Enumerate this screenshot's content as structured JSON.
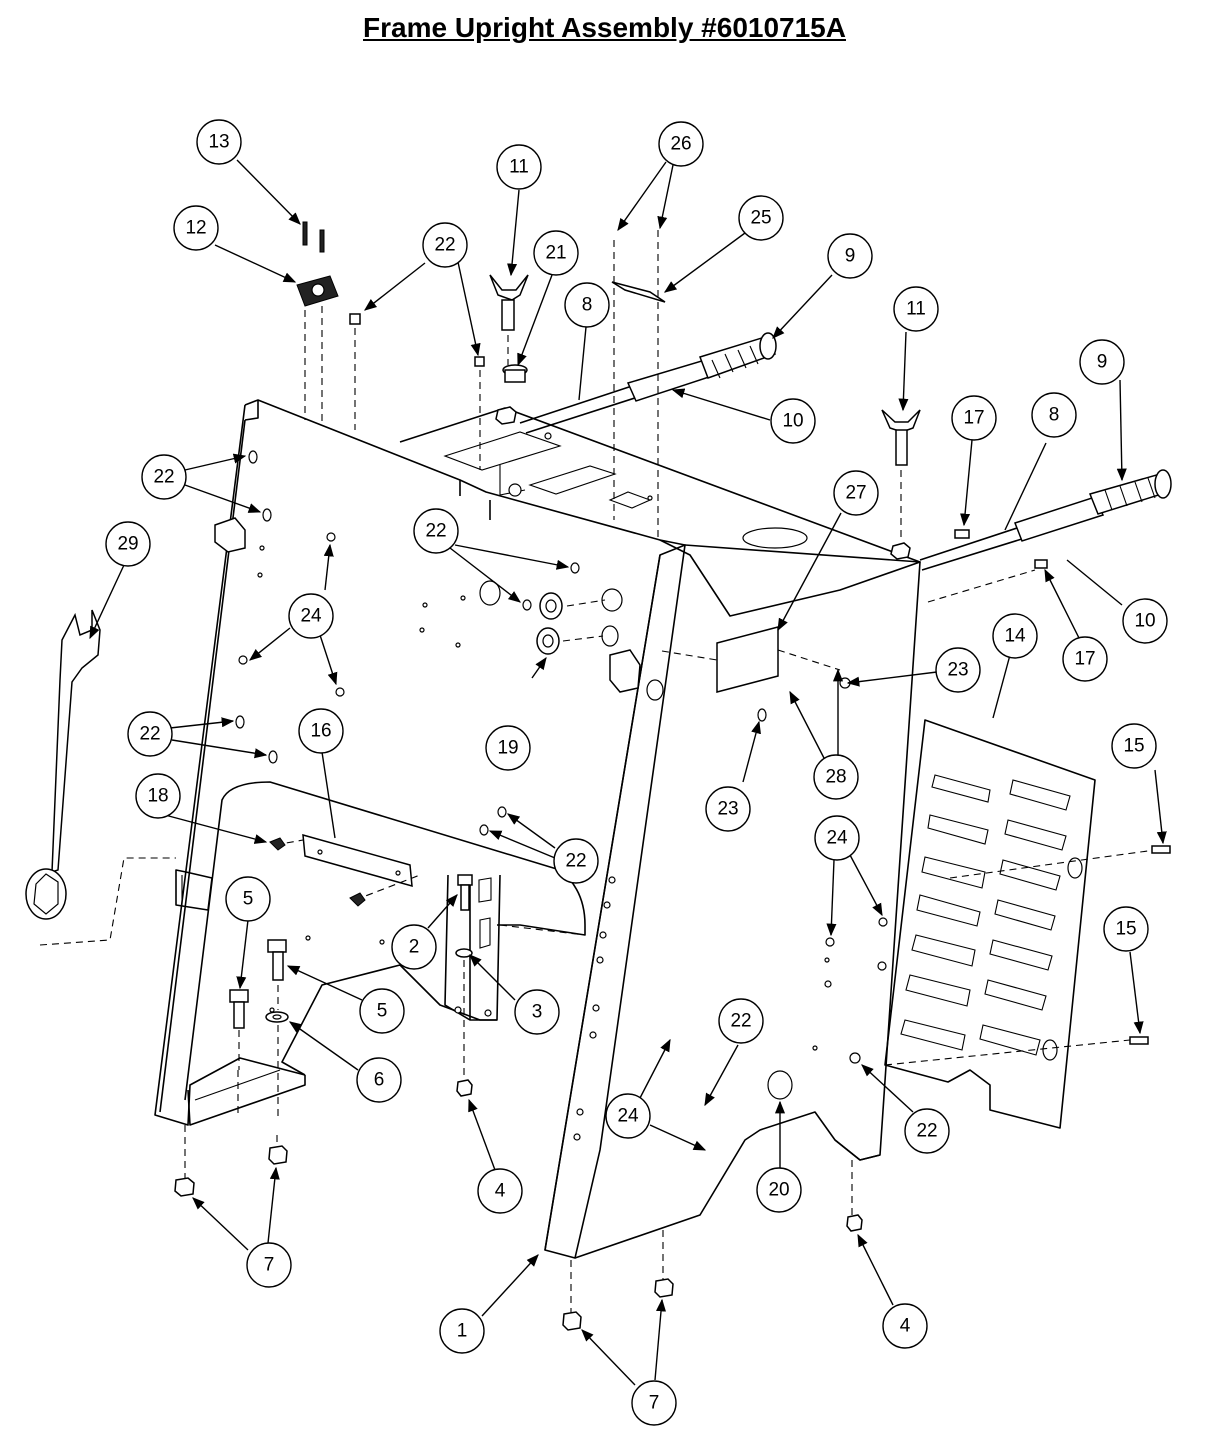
{
  "title": "Frame Upright Assembly #6010715A",
  "callouts": [
    "1",
    "2",
    "3",
    "4",
    "4",
    "5",
    "5",
    "6",
    "7",
    "7",
    "7",
    "8",
    "8",
    "9",
    "9",
    "10",
    "10",
    "11",
    "11",
    "12",
    "13",
    "14",
    "15",
    "15",
    "16",
    "17",
    "17",
    "18",
    "19",
    "20",
    "21",
    "22",
    "22",
    "22",
    "22",
    "22",
    "22",
    "22",
    "22",
    "23",
    "23",
    "24",
    "24",
    "24",
    "24",
    "25",
    "26",
    "27",
    "28",
    "29"
  ]
}
